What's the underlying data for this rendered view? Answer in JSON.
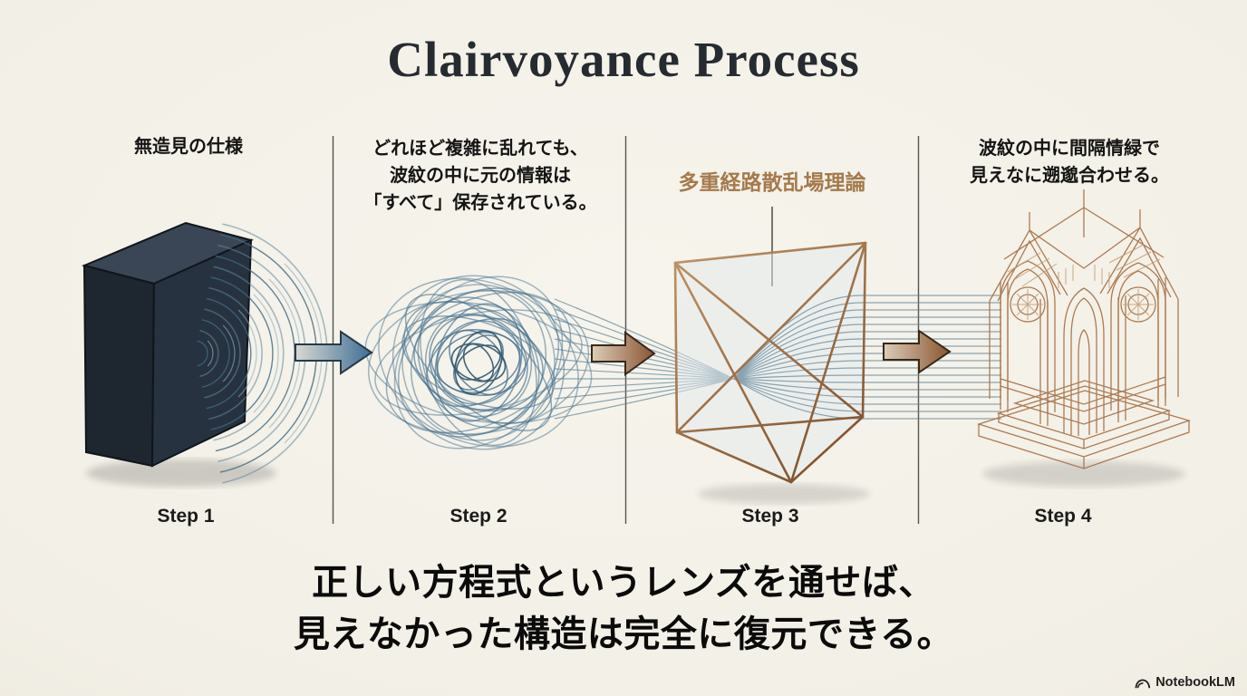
{
  "header": {
    "title": "Clairvoyance Process"
  },
  "steps": [
    {
      "label": "Step 1",
      "caption_lines": [
        "無造見の仕様"
      ],
      "visual": "dark-monolith-box-with-ripple-waves"
    },
    {
      "label": "Step 2",
      "caption_lines": [
        "どれほど複雑に乱れても、",
        "波紋の中に元の情報は",
        "「すべて」保存されている。"
      ],
      "visual": "tangled-wave-scribble"
    },
    {
      "label": "Step 3",
      "caption_lines": [
        "多重経路散乱場理論"
      ],
      "visual": "wireframe-prism-lens-focusing-streams"
    },
    {
      "label": "Step 4",
      "caption_lines": [
        "波紋の中に間隔情緑で",
        "見えなに遡邈合わせる。"
      ],
      "visual": "copper-wireframe-cathedral"
    }
  ],
  "conclusion": {
    "line1": "正しい方程式というレンズを通せば、",
    "line2": "見えなかった構造は完全に復元できる。"
  },
  "branding": {
    "watermark_label": "NotebookLM",
    "watermark_icon": "notebooklm-logo"
  },
  "colors": {
    "background": "#f2efe6",
    "title_text": "#262b31",
    "caption_text": "#141414",
    "accent_brown": "#a57a4b",
    "wave_blue": "#47718e",
    "copper": "#a0693c",
    "arrow_blue_fill": "#3e6e95",
    "arrow_brown_fill": "#8a5531",
    "divider": "#56544e"
  }
}
